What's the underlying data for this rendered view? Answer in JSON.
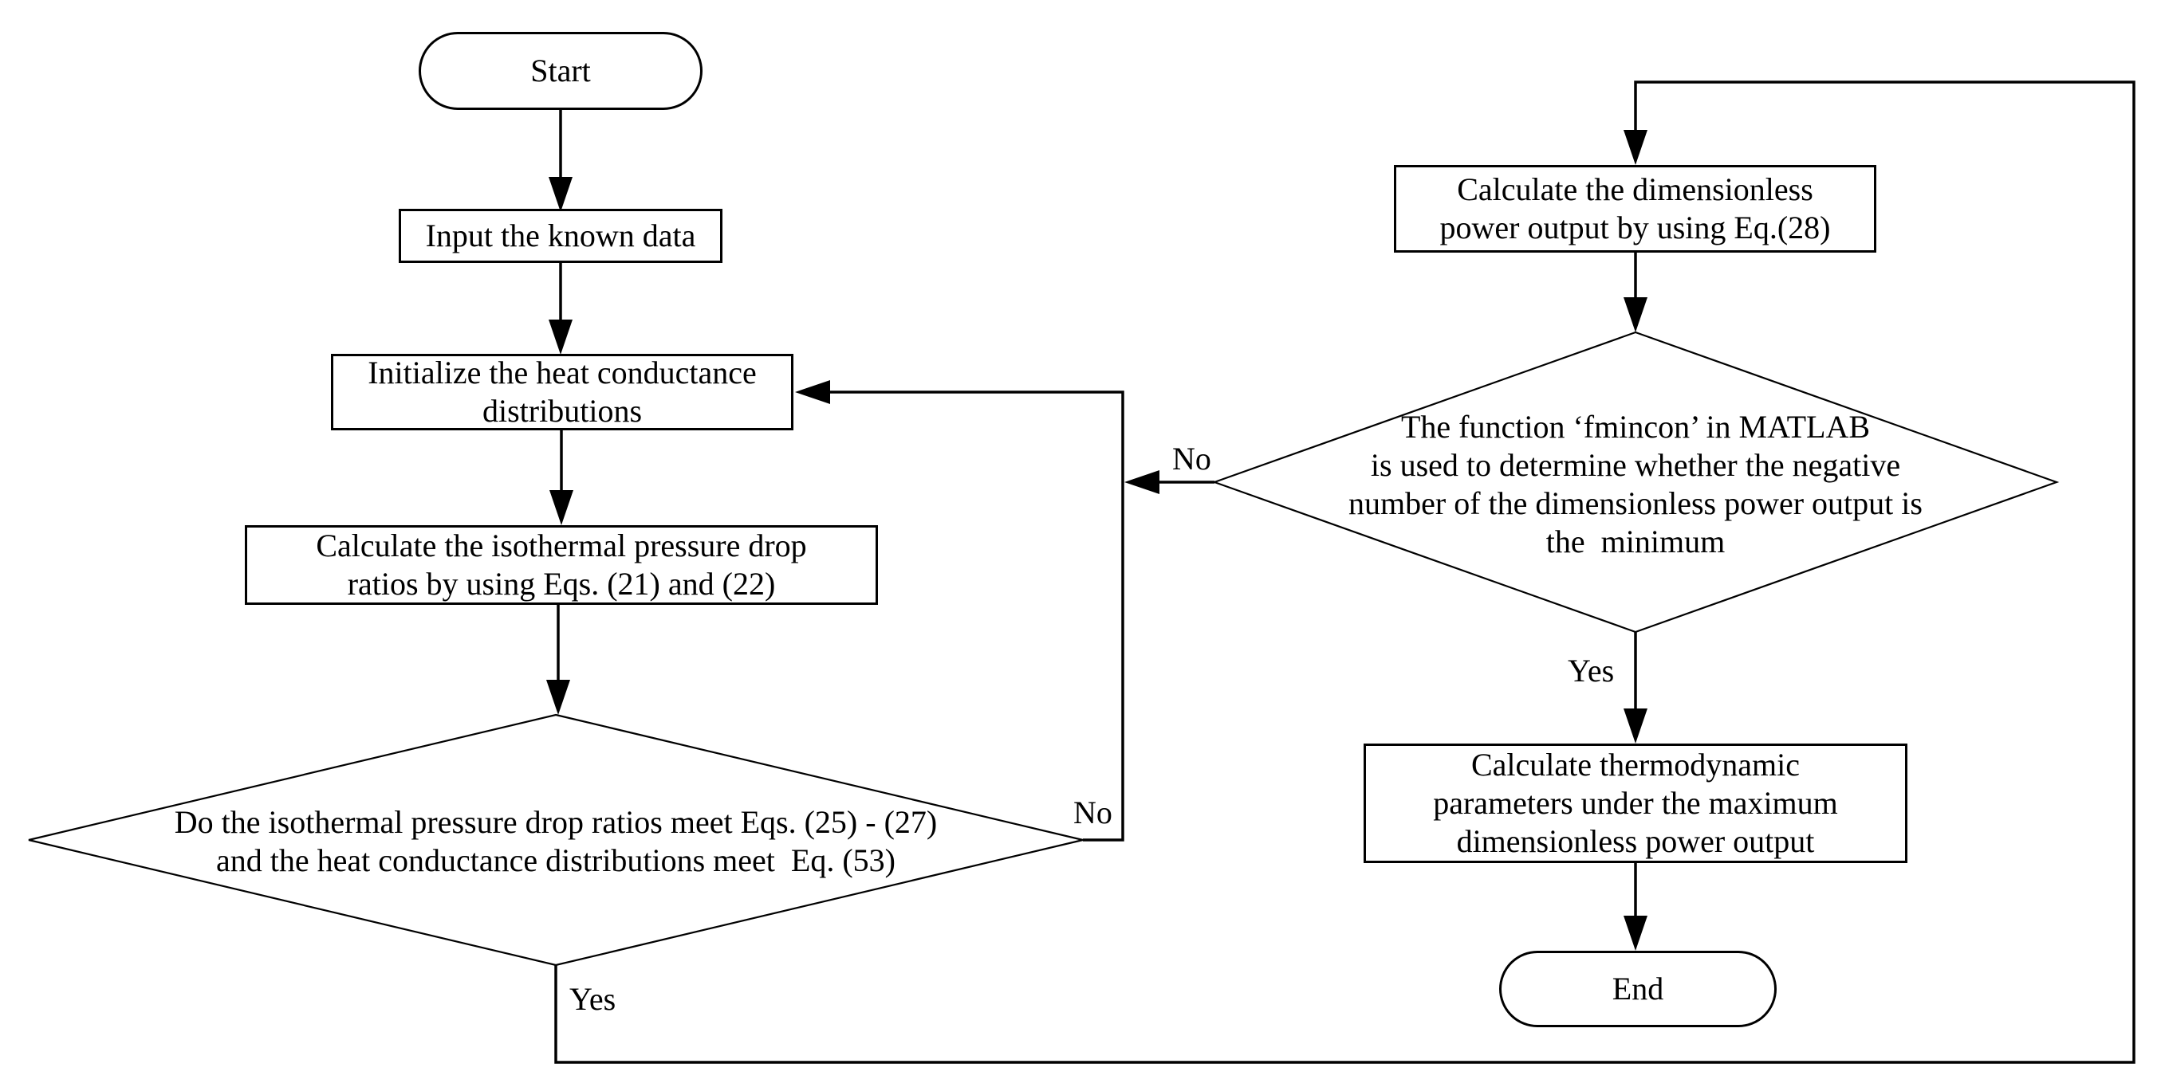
{
  "figure": {
    "type": "flowchart",
    "colors": {
      "stroke": "#000000",
      "fill": "#ffffff",
      "text": "#000000"
    }
  },
  "nodes": {
    "start": {
      "label": "Start"
    },
    "input_data": {
      "label": "Input the known data"
    },
    "initialize": {
      "label": "Initialize the heat conductance\ndistributions"
    },
    "calc_ratios": {
      "label": "Calculate the isothermal pressure drop\nratios by using Eqs. (21) and (22)"
    },
    "decision_ratios": {
      "label": "Do the isothermal pressure drop ratios meet Eqs. (25) - (27)\nand the heat conductance distributions meet  Eq. (53)"
    },
    "calc_power": {
      "label": "Calculate the dimensionless\npower output by using Eq.(28)"
    },
    "decision_fmincon": {
      "label": "The function ‘fmincon’ in MATLAB\nis used to determine whether the negative\nnumber of the dimensionless power output is\nthe  minimum"
    },
    "calc_thermo": {
      "label": "Calculate thermodynamic\nparameters under the maximum\ndimensionless power output"
    },
    "end": {
      "label": "End"
    }
  },
  "edge_labels": {
    "no_left": "No",
    "yes_left": "Yes",
    "no_right": "No",
    "yes_right": "Yes"
  }
}
